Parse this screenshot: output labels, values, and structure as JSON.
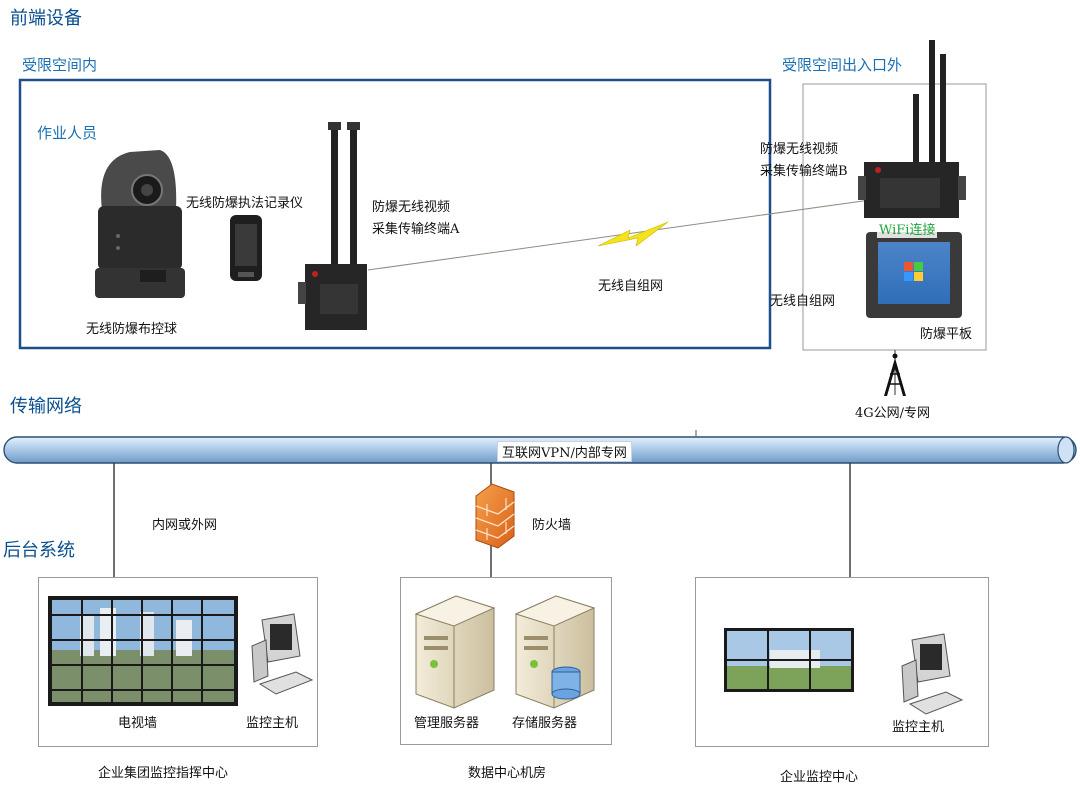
{
  "sections": {
    "front_end": "前端设备",
    "transport": "传输网络",
    "backend": "后台系统"
  },
  "zones": {
    "restricted_inside": "受限空间内",
    "restricted_exit": "受限空间出入口外",
    "workers": "作业人员"
  },
  "devices": {
    "ptz_ball": "无线防爆布控球",
    "recorder": "无线防爆执法记录仪",
    "terminal_a_line1": "防爆无线视频",
    "terminal_a_line2": "采集传输终端A",
    "terminal_b_line1": "防爆无线视频",
    "terminal_b_line2": "采集传输终端B",
    "wifi": "WiFi连接",
    "tablet": "防爆平板",
    "self_net_a": "无线自组网",
    "self_net_b": "无线自组网",
    "tower": "4G公网/专网"
  },
  "network": {
    "bus": "互联网VPN/内部专网",
    "intranet": "内网或外网",
    "firewall": "防火墙"
  },
  "centers": {
    "group": {
      "title": "企业集团监控指挥中心",
      "tv_wall": "电视墙",
      "host": "监控主机"
    },
    "datacenter": {
      "title": "数据中心机房",
      "mgmt": "管理服务器",
      "storage": "存储服务器"
    },
    "enterprise": {
      "title": "企业监控中心",
      "host": "监控主机"
    }
  }
}
